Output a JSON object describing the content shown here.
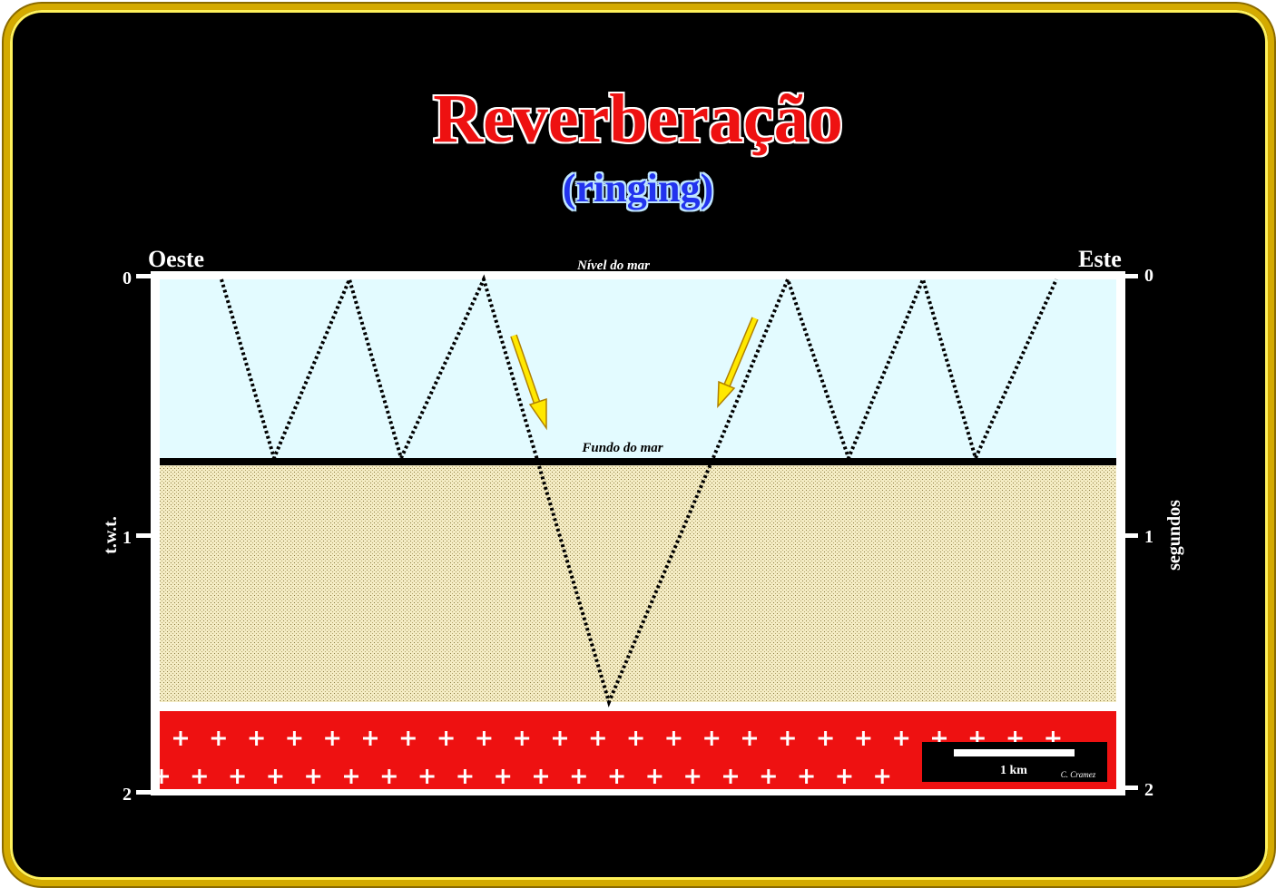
{
  "title": "Reverberação",
  "subtitle": "(ringing)",
  "labels": {
    "west": "Oeste",
    "east": "Este",
    "sea_level": "Nível do mar",
    "sea_floor": "Fundo do mar",
    "left_axis_title": "t.w.t.",
    "right_axis_title": "segundos",
    "scale_bar": "1 km",
    "credit": "C. Cramez"
  },
  "axis": {
    "ticks": [
      "0",
      "1",
      "2"
    ]
  },
  "colors": {
    "water": "#e3fbff",
    "sediment": "#f4ecc4",
    "basement": "#ee1111",
    "arrow": "#ffe800",
    "frame": "#d4aa00"
  }
}
